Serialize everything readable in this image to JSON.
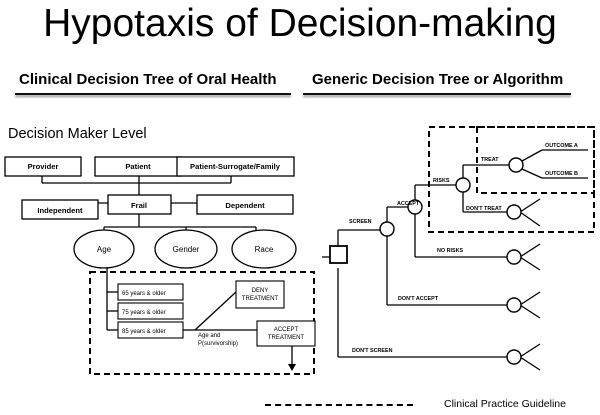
{
  "title": "Hypotaxis of Decision-making",
  "left_heading": "Clinical Decision Tree of Oral Health",
  "right_heading": "Generic Decision Tree or Algorithm",
  "left_tree": {
    "level_label": "Decision Maker Level",
    "decision_makers": [
      "Provider",
      "Patient",
      "Patient-Surrogate/Family"
    ],
    "patient_status": [
      "Independent",
      "Frail",
      "Dependent"
    ],
    "demographics": [
      "Age",
      "Gender",
      "Race"
    ],
    "age_groups": [
      "65 years & older",
      "75 years & older",
      "85 years & older"
    ],
    "deny_treatment": "DENY TREATMENT",
    "accept_treatment": "ACCEPT TREATMENT",
    "survivorship_note": "Age and P(survivorship)"
  },
  "right_tree": {
    "screen": "SCREEN",
    "dont_screen": "DON'T SCREEN",
    "accept": "ACCEPT",
    "dont_accept": "DON'T ACCEPT",
    "risks": "RISKS",
    "no_risks": "NO RISKS",
    "treat": "TREAT",
    "dont_treat": "DON'T TREAT",
    "outcome_a": "OUTCOME A",
    "outcome_b": "OUTCOME B"
  },
  "legend": {
    "label": "Clinical Practice Guideline"
  }
}
